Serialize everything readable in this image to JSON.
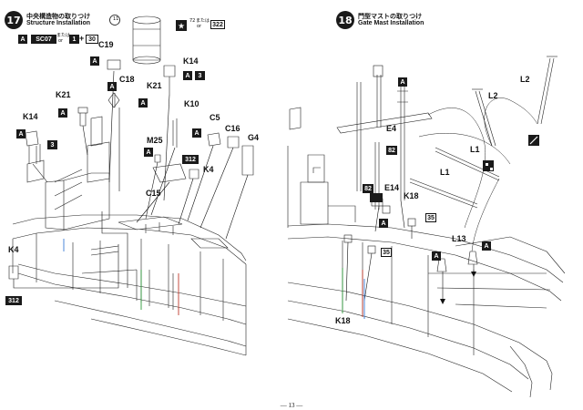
{
  "step17": {
    "number": "17",
    "title_jp": "中央構造物の取りつけ",
    "title_en": "Structure Installation",
    "legend": {
      "a": "A",
      "sc": "SC07",
      "or_jp": "または",
      "or_en": "or",
      "one": "1",
      "plus": "+",
      "thirty": "30"
    },
    "decal": {
      "ref": "11"
    },
    "star_note": {
      "num1": "72",
      "or_jp": "または",
      "or_en": "or",
      "num2": "322"
    },
    "labels": {
      "c19": "C19",
      "k14_top": "K14",
      "c18": "C18",
      "k21_left": "K21",
      "k21_right": "K21",
      "k10": "K10",
      "c5": "C5",
      "c16": "C16",
      "g4": "G4",
      "k14_left": "K14",
      "m25": "M25",
      "c15": "C15",
      "k4_right": "K4",
      "k4_left": "K4"
    },
    "badges": {
      "a": "A",
      "three": "3",
      "n312": "312"
    }
  },
  "step18": {
    "number": "18",
    "title_jp": "門型マストの取りつけ",
    "title_en": "Gate Mast Installation",
    "labels": {
      "l2_left": "L2",
      "l2_right": "L2",
      "e4": "E4",
      "l1_top": "L1",
      "l1_bottom": "L1",
      "e14": "E14",
      "k18_top": "K18",
      "l13": "L13",
      "k18_bottom": "K18"
    },
    "badges": {
      "a": "A",
      "n82": "82",
      "n35": "35"
    }
  },
  "footer": {
    "page": "— 13 —"
  }
}
